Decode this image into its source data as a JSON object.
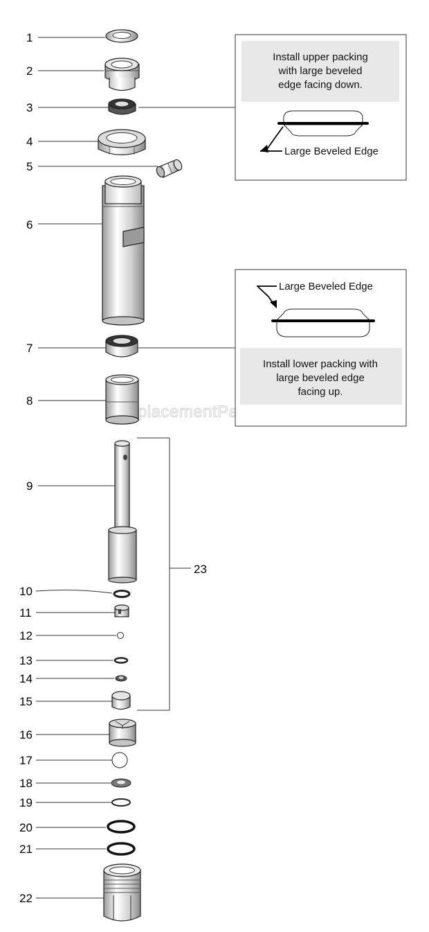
{
  "callouts": [
    "1",
    "2",
    "3",
    "4",
    "5",
    "6",
    "7",
    "8",
    "9",
    "10",
    "11",
    "12",
    "13",
    "14",
    "15",
    "16",
    "17",
    "18",
    "19",
    "20",
    "21",
    "22",
    "23"
  ],
  "upper_box": {
    "note_lines": [
      "Install upper packing",
      "with large beveled",
      "edge facing down."
    ],
    "edge_label": "Large Beveled Edge"
  },
  "lower_box": {
    "note_lines": [
      "Install lower packing with",
      "large beveled edge",
      "facing up."
    ],
    "edge_label": "Large Beveled Edge"
  },
  "watermark": "eReplacementParts.com"
}
